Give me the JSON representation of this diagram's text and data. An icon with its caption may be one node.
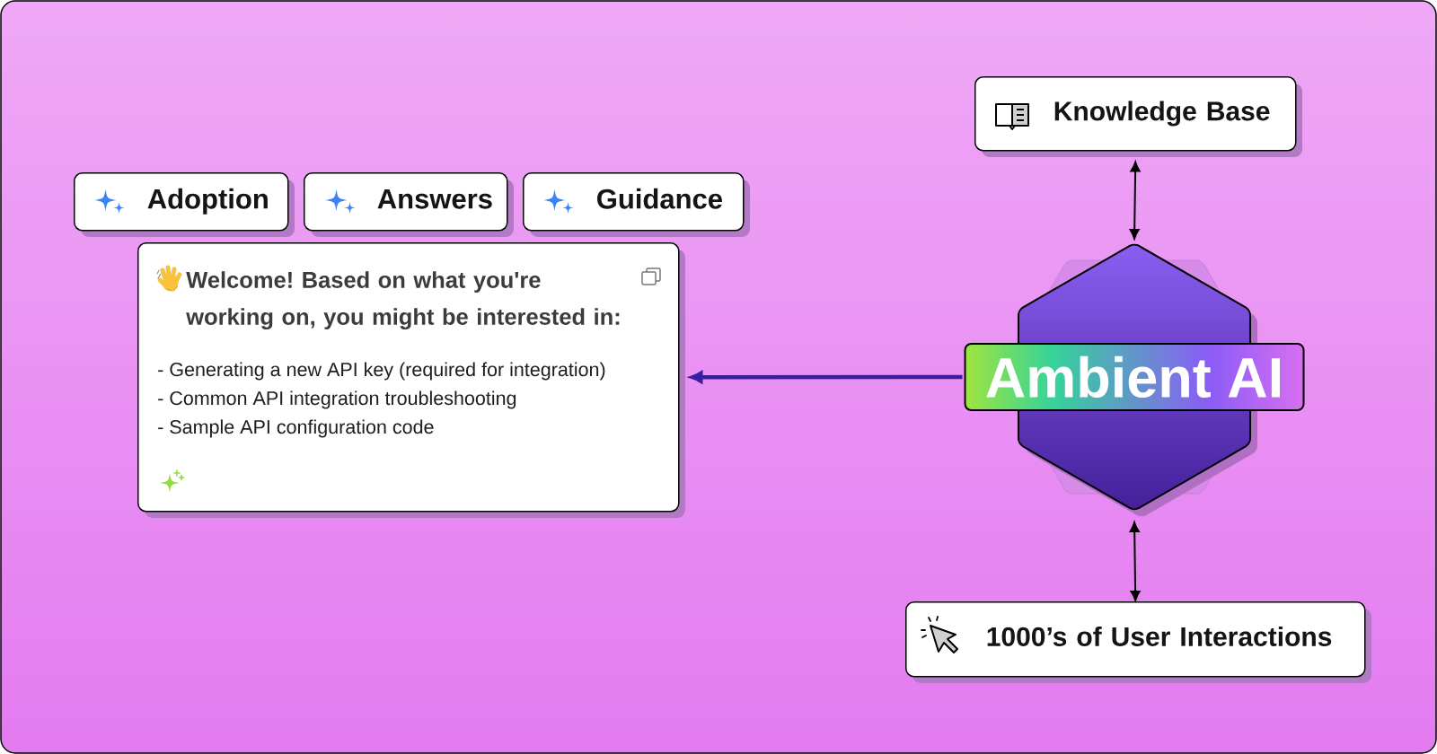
{
  "diagram": {
    "nodes": [
      {
        "text": [
          "Knowledge Base"
        ]
      },
      {
        "text": [
          "Adoption"
        ]
      },
      {
        "text": [
          "Answers"
        ]
      },
      {
        "text": [
          "Guidance"
        ]
      },
      {
        "text": [
          "Welcome! Based on what you're working on, you might be interested in:",
          "- Generating a new API key (required for integration)",
          "- Common API integration troubleshooting",
          "- Sample API configuration code"
        ]
      },
      {
        "text": [
          "Ambient AI"
        ]
      },
      {
        "text": [
          "1000’s of User Interactions"
        ]
      }
    ],
    "edges": [
      {
        "from": 0,
        "to": 5,
        "arrow": "both"
      },
      {
        "from": 5,
        "to": 4,
        "arrow": "to",
        "style": "thick",
        "color": "#3b1c9e"
      },
      {
        "from": 5,
        "to": 6,
        "arrow": "both"
      }
    ]
  }
}
